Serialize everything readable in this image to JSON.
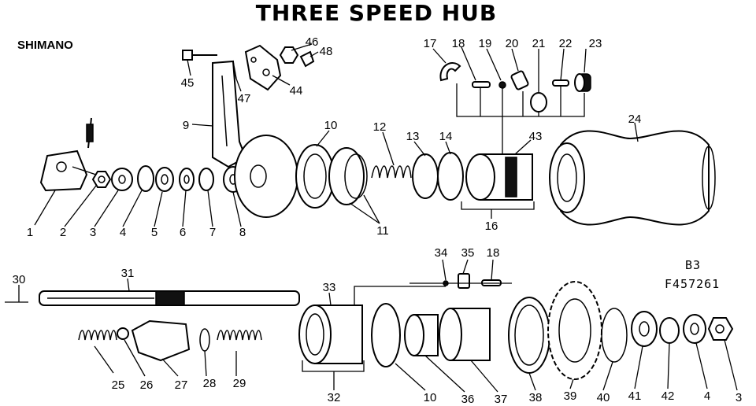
{
  "title": "THREE SPEED HUB",
  "brand": "SHIMANO",
  "model_code": "B3",
  "part_number": "F457261",
  "callouts": [
    "1",
    "2",
    "3",
    "4",
    "5",
    "6",
    "7",
    "8",
    "9",
    "10",
    "11",
    "12",
    "13",
    "14",
    "16",
    "17",
    "18",
    "19",
    "20",
    "21",
    "22",
    "23",
    "24",
    "43",
    "44",
    "45",
    "46",
    "47",
    "48",
    "30",
    "31",
    "33",
    "34",
    "35",
    "18",
    "32",
    "10",
    "36",
    "37",
    "38",
    "39",
    "40",
    "41",
    "42",
    "4",
    "3",
    "25",
    "26",
    "27",
    "28",
    "29"
  ]
}
